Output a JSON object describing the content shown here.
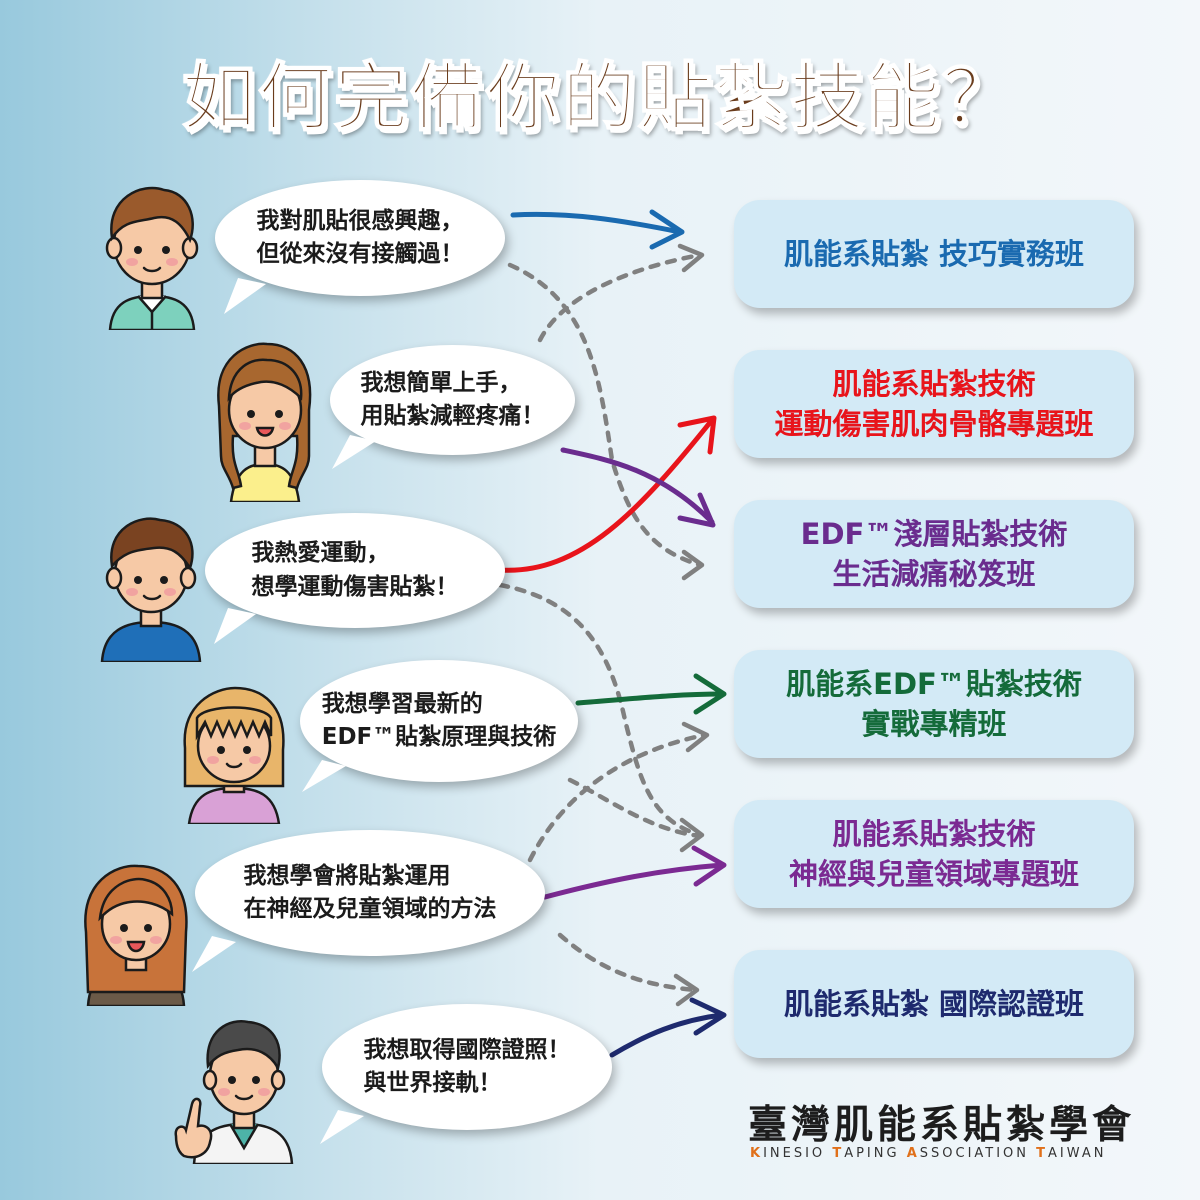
{
  "title": "如何完備你的貼紮技能？",
  "bubbles": [
    {
      "lines": [
        "我對肌貼很感興趣，",
        "但從來沒有接觸過！"
      ]
    },
    {
      "lines": [
        "我想簡單上手，",
        "用貼紮減輕疼痛！"
      ]
    },
    {
      "lines": [
        "我熱愛運動，",
        "想學運動傷害貼紮！"
      ]
    },
    {
      "lines": [
        "我想學習最新的",
        "EDF™貼紮原理與技術"
      ]
    },
    {
      "lines": [
        "我想學會將貼紮運用",
        "在神經及兒童領域的方法"
      ]
    },
    {
      "lines": [
        "我想取得國際證照！",
        "與世界接軌！"
      ]
    }
  ],
  "courses": [
    {
      "lines": [
        "肌能系貼紮 技巧實務班"
      ],
      "color": "#1a6ab0"
    },
    {
      "lines": [
        "肌能系貼紮技術",
        "運動傷害肌肉骨骼專題班"
      ],
      "color": "#e8141b"
    },
    {
      "lines": [
        "EDF™淺層貼紮技術",
        "生活減痛秘笈班"
      ],
      "color": "#6a2c8e"
    },
    {
      "lines": [
        "肌能系EDF™貼紮技術",
        "實戰專精班"
      ],
      "color": "#146b3a"
    },
    {
      "lines": [
        "肌能系貼紮技術",
        "神經與兒童領域專題班"
      ],
      "color": "#7b2a92"
    },
    {
      "lines": [
        "肌能系貼紮 國際認證班"
      ],
      "color": "#1e2a6e"
    }
  ],
  "arrow_colors": {
    "blue": "#1a6ab0",
    "red": "#e8141b",
    "purple": "#6a2c8e",
    "green": "#146b3a",
    "violet": "#7b2a92",
    "navy": "#1e2a6e",
    "dashed": "#808080"
  },
  "organization": {
    "name": "臺灣肌能系貼紮學會",
    "english": [
      {
        "cap": "K",
        "rest": "INESIO "
      },
      {
        "cap": "T",
        "rest": "APING "
      },
      {
        "cap": "A",
        "rest": "SSOCIATION "
      },
      {
        "cap": "T",
        "rest": "AIWAN"
      }
    ]
  }
}
